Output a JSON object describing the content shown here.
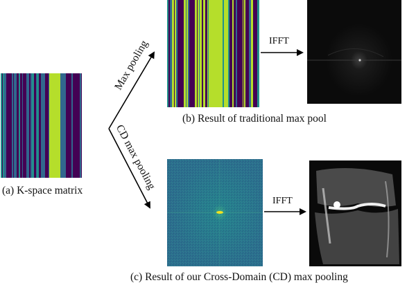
{
  "labels": {
    "kspace": "(a) K-space matrix",
    "traditional": "(b) Result of traditional max pool",
    "cd": "(c) Result of our Cross-Domain (CD) max pooling",
    "max_pooling": "Max pooling",
    "cd_max_pooling": "CD max pooling",
    "ifft_top": "IFFT",
    "ifft_bottom": "IFFT"
  },
  "colors": {
    "viridis_dark": "#440154",
    "viridis_blue": "#31688e",
    "viridis_teal": "#21918c",
    "viridis_green": "#5ec962",
    "viridis_yellow": "#b5de2b"
  }
}
